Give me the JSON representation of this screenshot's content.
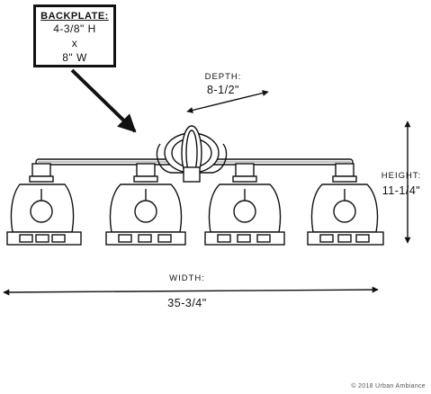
{
  "backplate": {
    "title": "BACKPLATE:",
    "height": "4-3/8\" H",
    "times": "x",
    "width": "8\" W"
  },
  "depth": {
    "label": "DEPTH:",
    "value": "8-1/2\""
  },
  "height": {
    "label": "HEIGHT:",
    "value": "11-1/4\""
  },
  "width": {
    "label": "WIDTH:",
    "value": "35-3/4\""
  },
  "copyright": "© 2018 Urban Ambiance",
  "colors": {
    "line": "#111111",
    "background": "#ffffff"
  },
  "fixture": {
    "shade_count": 4,
    "style": "four-light vanity with clear seeded glass shades"
  }
}
